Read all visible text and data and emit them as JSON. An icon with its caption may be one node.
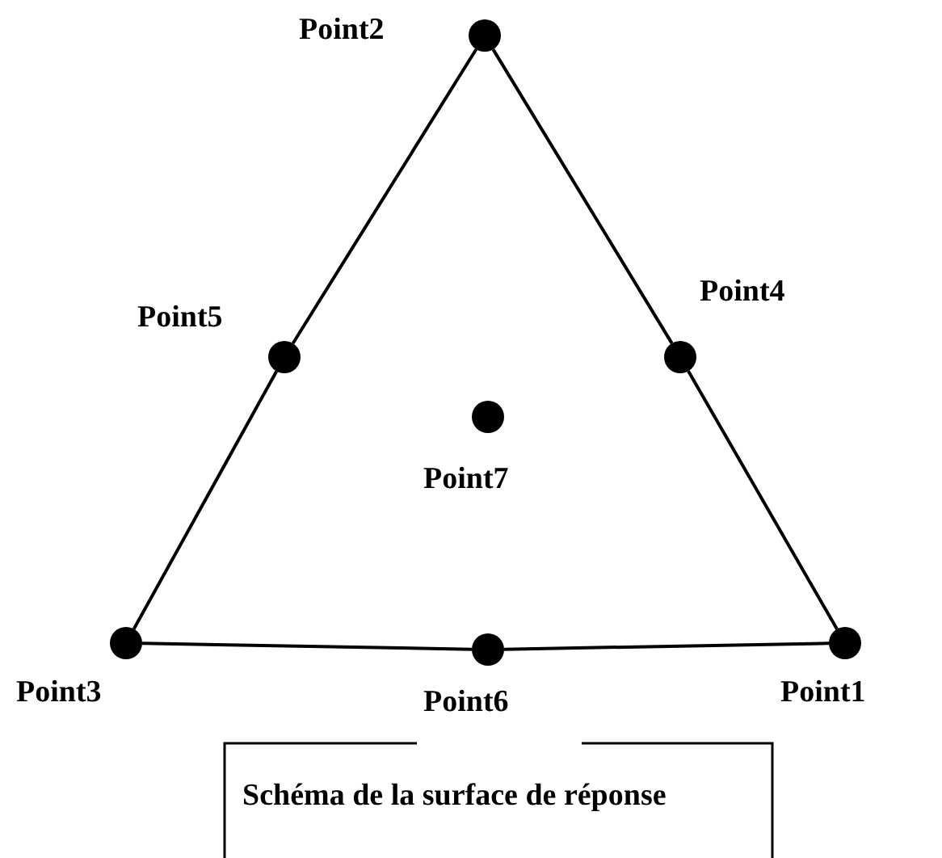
{
  "diagram": {
    "caption": "Schéma de la surface de réponse",
    "nodes": [
      {
        "text": [
          "Point2"
        ]
      },
      {
        "text": [
          "Point5"
        ]
      },
      {
        "text": [
          "Point4"
        ]
      },
      {
        "text": [
          "Point7"
        ]
      },
      {
        "text": [
          "Point3"
        ]
      },
      {
        "text": [
          "Point6"
        ]
      },
      {
        "text": [
          "Point1"
        ]
      }
    ],
    "edges": [
      {
        "from": 0,
        "to": 1,
        "arrow": "none"
      },
      {
        "from": 1,
        "to": 4,
        "arrow": "none"
      },
      {
        "from": 4,
        "to": 5,
        "arrow": "none"
      },
      {
        "from": 5,
        "to": 6,
        "arrow": "none"
      },
      {
        "from": 6,
        "to": 2,
        "arrow": "none"
      },
      {
        "from": 2,
        "to": 0,
        "arrow": "none"
      }
    ]
  }
}
